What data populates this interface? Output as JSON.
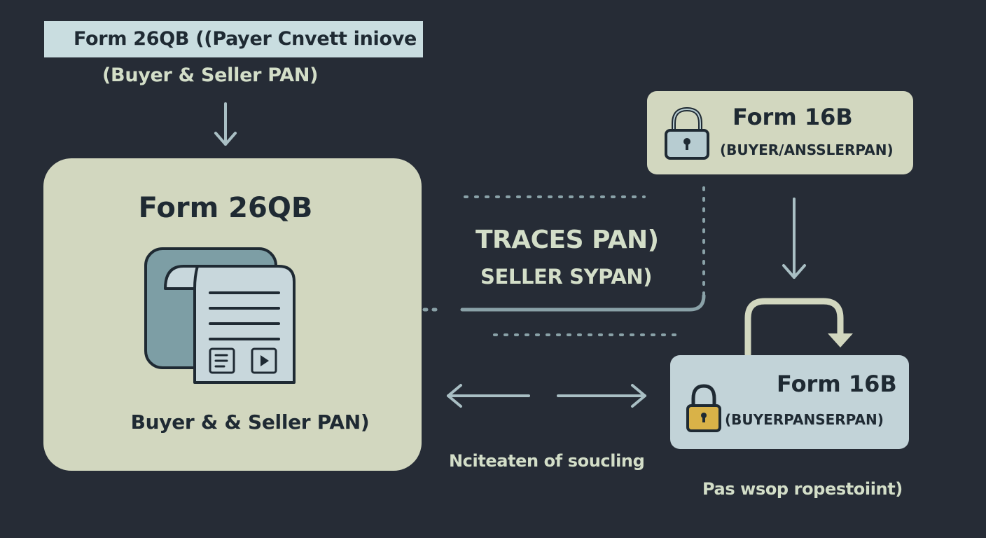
{
  "top": {
    "banner_text": "Form 26QB ((Payer Cnvett iniove",
    "subtitle": "(Buyer & Seller PAN)"
  },
  "main_card": {
    "title": "Form 26QB",
    "subtitle": "Buyer & & Seller PAN)"
  },
  "traces": {
    "title": "TRACES PAN)",
    "subtitle": "SELLER SYPAN)"
  },
  "form16b_top": {
    "title": "Form 16B",
    "subtitle": "(BUYER/ANSSLERPAN)"
  },
  "form16b_bottom": {
    "title": "Form 16B",
    "subtitle": "(BUYERPANSERPAN)"
  },
  "notes": {
    "left": "Nciteaten of soucling",
    "right": "Pas wsop ropestoiint)"
  },
  "icons": {
    "document": "document-icon",
    "lock_top": "lock-icon",
    "lock_bottom": "lock-icon"
  },
  "colors": {
    "background": "#262c36",
    "card_light": "#d2d7bf",
    "card_blue": "#c2d3d8",
    "banner": "#c9dde0",
    "text_light": "#d3dec8",
    "text_dark": "#1f2a33",
    "connector": "#a9bfc4",
    "lock_gold": "#d9b248"
  }
}
